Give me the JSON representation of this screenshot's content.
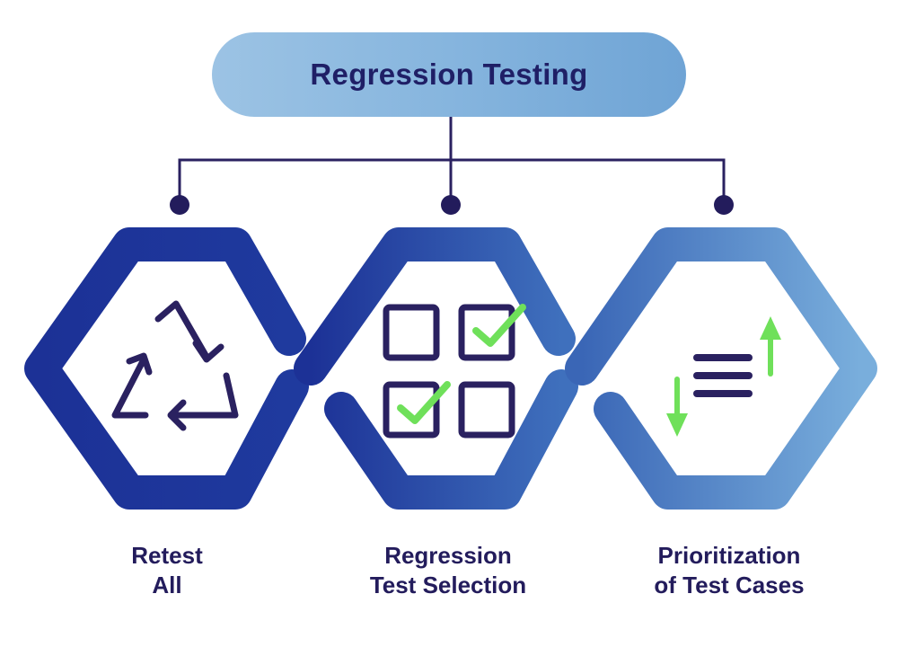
{
  "title": "Regression Testing",
  "nodes": [
    {
      "line1": "Retest",
      "line2": "All",
      "icon": "recycle-icon"
    },
    {
      "line1": "Regression",
      "line2": "Test Selection",
      "icon": "checklist-grid-icon"
    },
    {
      "line1": "Prioritization",
      "line2": "of Test Cases",
      "icon": "priority-sort-icon"
    }
  ],
  "colors": {
    "hex_dark_blue": "#1f3a9a",
    "hex_light_blue": "#6aa3d6",
    "icon_stroke": "#2a2160",
    "check_green": "#6fe05a",
    "title_text": "#1f1f66",
    "connector": "#2a2160"
  }
}
